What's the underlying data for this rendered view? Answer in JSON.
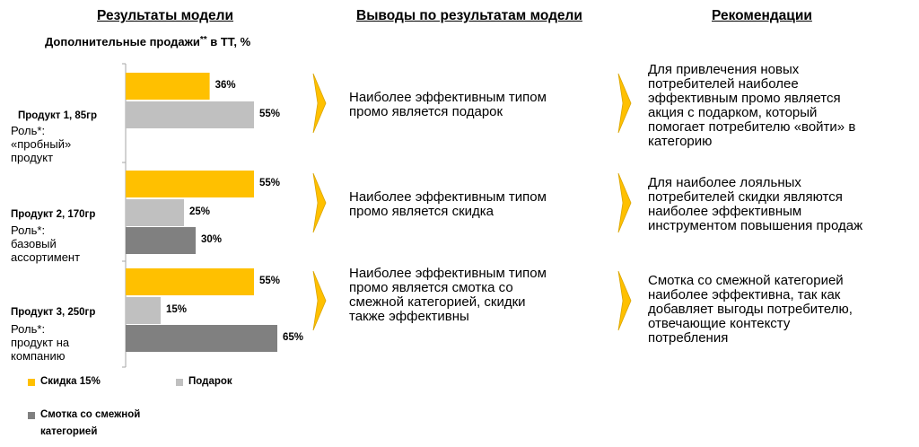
{
  "headers": {
    "col1": "Результаты модели",
    "col2": "Выводы по результатам модели",
    "col3": "Рекомендации"
  },
  "subtitle": {
    "text": "Дополнительные  продажи",
    "sup": "**",
    "suffix": " в ТТ, %"
  },
  "chart_data": {
    "type": "bar",
    "orientation": "horizontal",
    "xlim": [
      0,
      65
    ],
    "grid": false,
    "legend_position": "bottom-left",
    "categories": [
      "Продукт 1, 85гр",
      "Продукт 2, 170гр",
      "Продукт 3, 250гр"
    ],
    "series": [
      {
        "name": "Скидка 15%",
        "color": "#FFC000",
        "values": [
          36,
          55,
          55
        ],
        "labels": [
          "36%",
          "55%",
          "55%"
        ]
      },
      {
        "name": "Подарок",
        "color": "#C0C0C0",
        "values": [
          55,
          25,
          15
        ],
        "labels": [
          "55%",
          "25%",
          "15%"
        ]
      },
      {
        "name": "Смотка со смежной категорией",
        "color": "#808080",
        "values": [
          null,
          30,
          65
        ],
        "labels": [
          null,
          "30%",
          "65%"
        ]
      }
    ]
  },
  "products": [
    {
      "name": "Продукт 1, 85гр",
      "role_lines": [
        "Роль*:",
        "«пробный»",
        "продукт"
      ]
    },
    {
      "name": "Продукт 2, 170гр",
      "role_lines": [
        "Роль*:",
        "базовый",
        "ассортимент"
      ]
    },
    {
      "name": "Продукт 3, 250гр",
      "role_lines": [
        "Роль*:",
        "продукт на",
        "компанию"
      ]
    }
  ],
  "legend": [
    {
      "lines": [
        "Скидка 15%"
      ],
      "color": "#FFC000"
    },
    {
      "lines": [
        "Подарок"
      ],
      "color": "#C0C0C0"
    },
    {
      "lines": [
        "Смотка со смежной",
        "категорией"
      ],
      "color": "#808080"
    }
  ],
  "conclusions": [
    {
      "lines": [
        "Наиболее эффективным типом",
        "промо является подарок"
      ]
    },
    {
      "lines": [
        "Наиболее эффективным типом",
        "промо является скидка"
      ]
    },
    {
      "lines": [
        "Наиболее эффективным типом",
        "промо является смотка со",
        "смежной категорией, скидки",
        "также эффективны"
      ]
    }
  ],
  "recommendations": [
    {
      "lines": [
        "Для привлечения новых",
        "потребителей наиболее",
        "эффективным промо является",
        "акция с подарком, который",
        "помогает потребителю «войти» в",
        "категорию"
      ]
    },
    {
      "lines": [
        "Для наиболее лояльных",
        "потребителей скидки являются",
        "наиболее эффективным",
        "инструментом повышения продаж"
      ]
    },
    {
      "lines": [
        "Смотка со смежной категорией",
        "наиболее эффективна, так как",
        "добавляет выгоды потребителю,",
        "отвечающие контексту",
        "потребления"
      ]
    }
  ],
  "colors": {
    "arrow_fill": "#FFC000",
    "arrow_stroke": "#D9A400",
    "axis": "#A6A6A6"
  }
}
